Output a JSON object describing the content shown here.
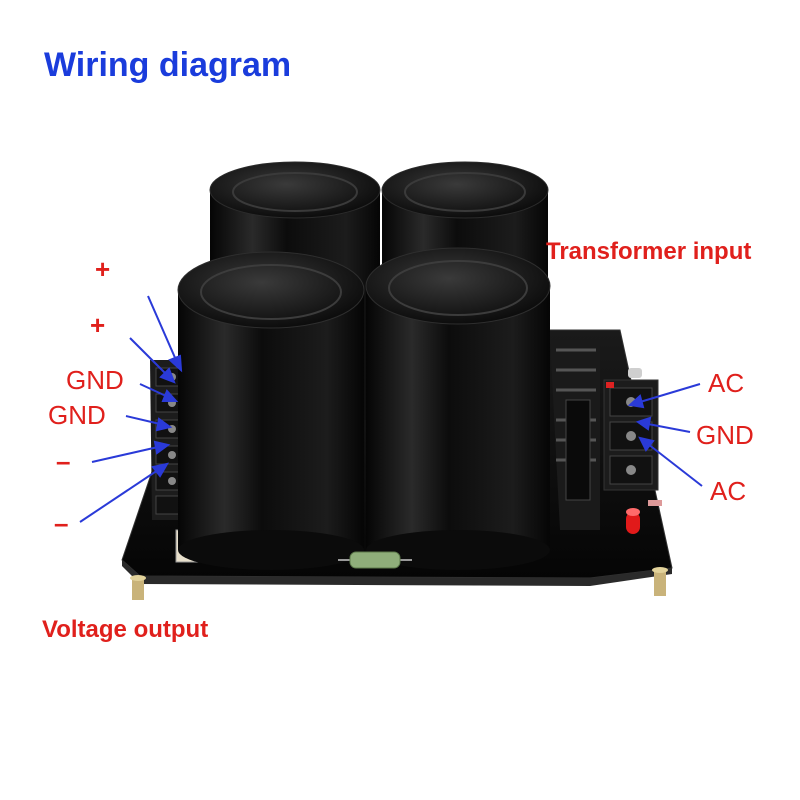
{
  "title": "Wiring diagram",
  "input_heading": "Transformer input",
  "output_heading": "Voltage output",
  "output_terminals": [
    "+",
    "+",
    "GND",
    "GND",
    "–",
    "–"
  ],
  "input_terminals": [
    "AC",
    "GND",
    "AC"
  ],
  "colors": {
    "title": "#1a3cdc",
    "label": "#e0201c",
    "arrow": "#2a3ad8",
    "board": "#0d0d0d",
    "capacitor": "#111111"
  }
}
